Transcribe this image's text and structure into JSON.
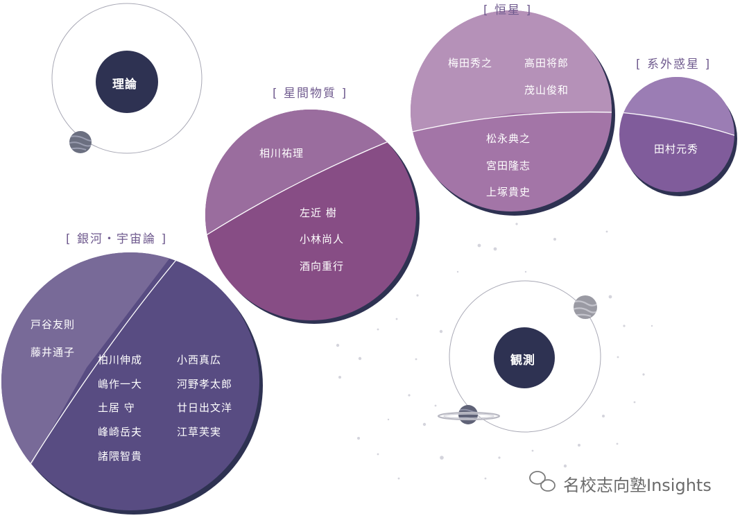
{
  "theory": {
    "label": "理論"
  },
  "observation": {
    "label": "観測"
  },
  "interstellar": {
    "heading": "[ 星間物質 ]",
    "upper_members": [
      "相川祐理"
    ],
    "lower_members": [
      "左近 樹",
      "小林尚人",
      "酒向重行"
    ]
  },
  "stellar": {
    "heading": "[ 恒星 ]",
    "upper_left": [
      "梅田秀之"
    ],
    "upper_right": [
      "高田将郎",
      "茂山俊和"
    ],
    "lower_members": [
      "松永典之",
      "宮田隆志",
      "上塚貴史"
    ]
  },
  "exoplanet": {
    "heading": "[ 系外惑星 ]",
    "lower_members": [
      "田村元秀"
    ]
  },
  "galaxy": {
    "heading": "[ 銀河・宇宙論 ]",
    "left_members": [
      "戸谷友則",
      "藤井通子"
    ],
    "middle_members": [
      "柏川伸成",
      "嶋作一大",
      "土居 守",
      "峰崎岳夫",
      "諸隈智貴"
    ],
    "right_members": [
      "小西真広",
      "河野孝太郎",
      "廿日出文洋",
      "江草芙実"
    ]
  },
  "watermark": {
    "text": "名校志向塾Insights"
  },
  "colors": {
    "navy": "#2e3252",
    "galaxy_light": "#786a98",
    "galaxy_dark": "#584c82",
    "ism_light": "#9a6d9e",
    "ism_dark": "#874d85",
    "star_light": "#b591b8",
    "star_dark": "#a375a7",
    "exo_light": "#9b7db4",
    "exo_dark": "#805c9b",
    "heading": "#6f5a8e"
  }
}
